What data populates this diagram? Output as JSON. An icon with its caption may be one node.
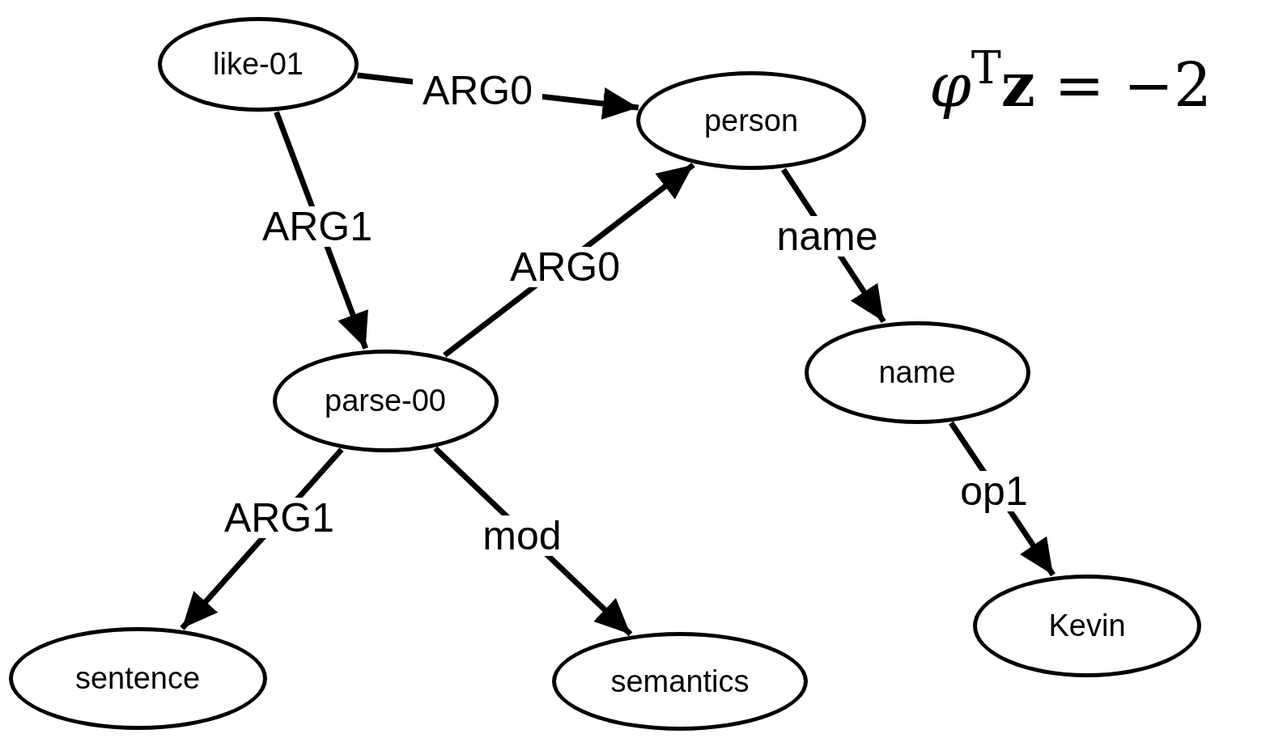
{
  "diagram": {
    "nodes": [
      {
        "text": [
          "like-01"
        ]
      },
      {
        "text": [
          "person"
        ]
      },
      {
        "text": [
          "parse-00"
        ]
      },
      {
        "text": [
          "name"
        ]
      },
      {
        "text": [
          "sentence"
        ]
      },
      {
        "text": [
          "semantics"
        ]
      },
      {
        "text": [
          "Kevin"
        ]
      }
    ],
    "edges": [
      {
        "from": 0,
        "to": 1,
        "arrow": "to",
        "label": "ARG0"
      },
      {
        "from": 0,
        "to": 2,
        "arrow": "to",
        "label": "ARG1"
      },
      {
        "from": 2,
        "to": 1,
        "arrow": "to",
        "label": "ARG0"
      },
      {
        "from": 1,
        "to": 3,
        "arrow": "to",
        "label": "name"
      },
      {
        "from": 2,
        "to": 4,
        "arrow": "to",
        "label": "ARG1"
      },
      {
        "from": 2,
        "to": 5,
        "arrow": "to",
        "label": "mod"
      },
      {
        "from": 3,
        "to": 6,
        "arrow": "to",
        "label": "op1"
      }
    ],
    "labels": [
      "*φ*$^{T}$**z** = −2"
    ]
  }
}
